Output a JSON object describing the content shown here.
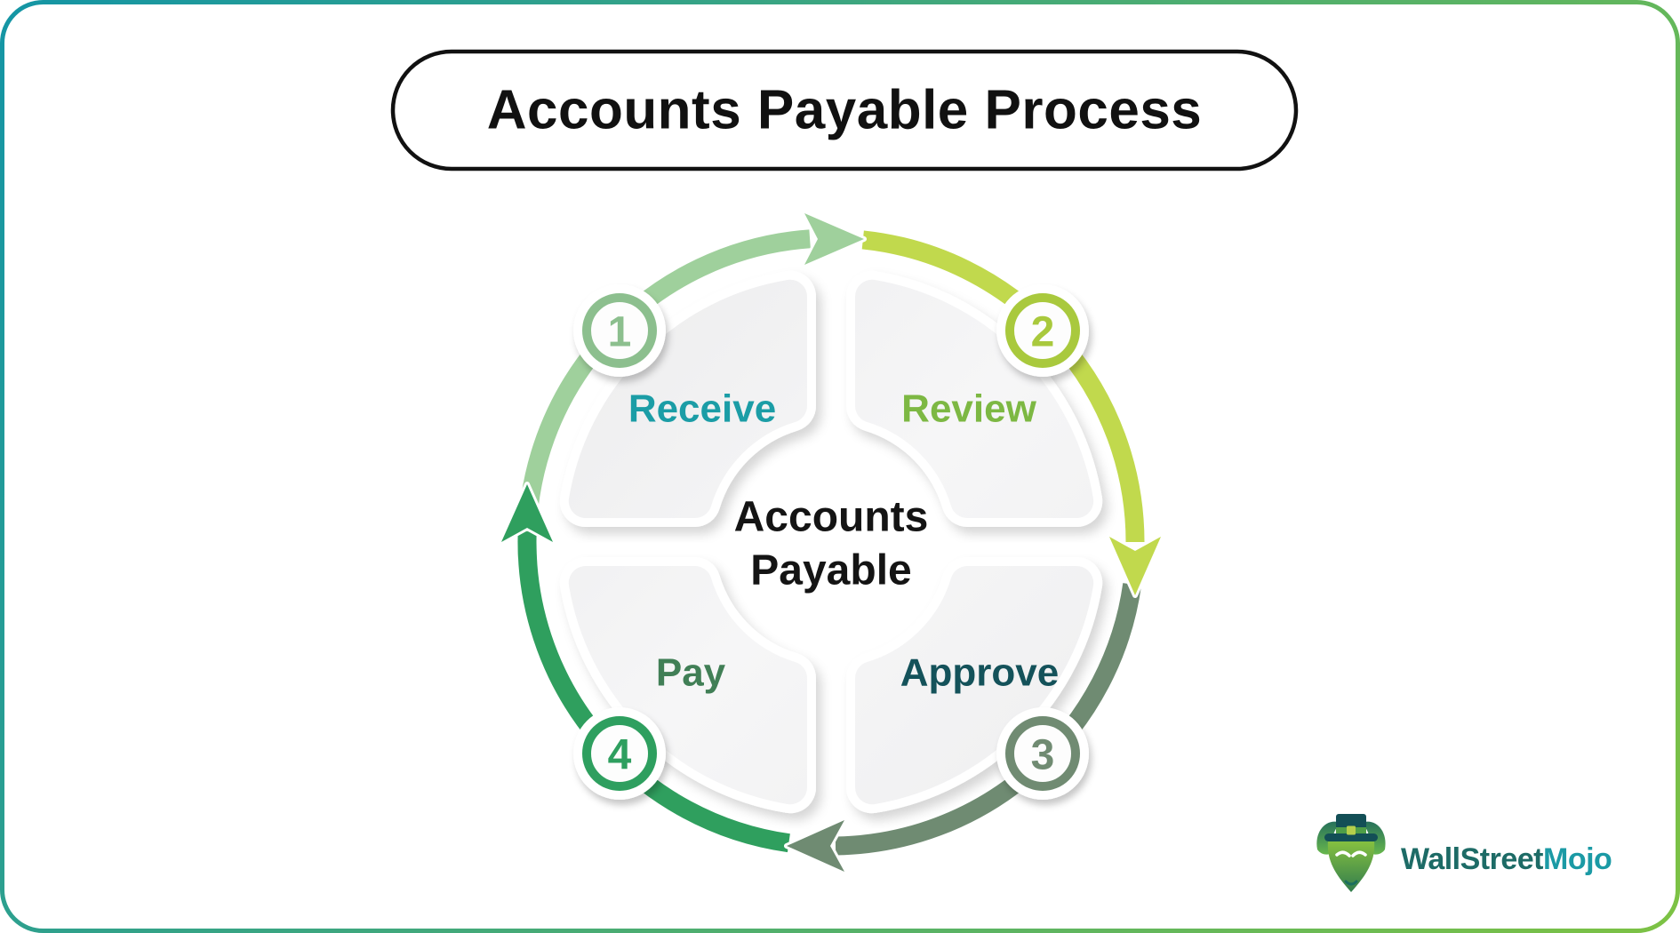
{
  "title": "Accounts Payable Process",
  "center_label": {
    "line1": "Accounts",
    "line2": "Payable"
  },
  "steps": [
    {
      "number": "1",
      "label": "Receive",
      "label_color": "#1b9da6",
      "badge_color": "#8cbf8e",
      "arc_color": "#9fd09c"
    },
    {
      "number": "2",
      "label": "Review",
      "label_color": "#7db843",
      "badge_color": "#a9c93e",
      "arc_color": "#c1d94d"
    },
    {
      "number": "3",
      "label": "Approve",
      "label_color": "#14525a",
      "badge_color": "#6f8b72",
      "arc_color": "#6f8b72"
    },
    {
      "number": "4",
      "label": "Pay",
      "label_color": "#417f56",
      "badge_color": "#2f9f5e",
      "arc_color": "#2f9f5e"
    }
  ],
  "card": {
    "border_from": "#1495a5",
    "border_to": "#7dc244",
    "title_color": "#111111",
    "center_text_color": "#141414"
  },
  "logo": {
    "part1": "WallStreet",
    "part2": "Mojo",
    "part1_color": "#1d6b66",
    "part2_color": "#1b9aa5"
  }
}
